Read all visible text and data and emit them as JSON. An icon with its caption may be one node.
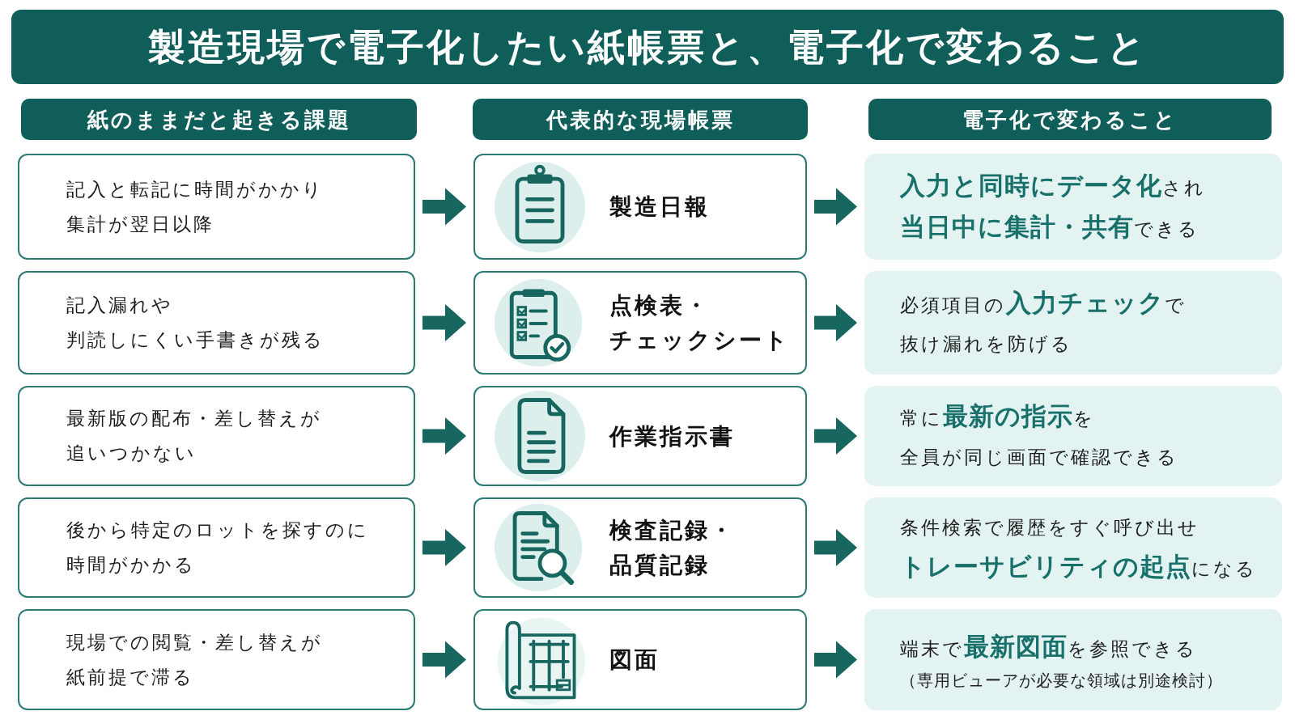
{
  "diagram": {
    "title": "製造現場で電子化したい紙帳票と、電子化で変わること",
    "nodes": [
      {
        "text": [
          "紙のままだと起きる課題"
        ]
      },
      {
        "text": [
          "代表的な現場帳票"
        ]
      },
      {
        "text": [
          "電子化で変わること"
        ]
      },
      {
        "text": [
          "記入と転記に時間がかかり集計が翌日以降"
        ]
      },
      {
        "text": [
          "製造日報"
        ]
      },
      {
        "text": [
          "**入力と同時にデータ化**され**当日中に集計・共有**できる"
        ]
      },
      {
        "text": [
          "記入漏れや判読しにくい手書きが残る"
        ]
      },
      {
        "text": [
          "点検表・チェックシート"
        ]
      },
      {
        "text": [
          "必須項目の**入力チェック**で抜け漏れを防げる"
        ]
      },
      {
        "text": [
          "最新版の配布・差し替えが追いつかない"
        ]
      },
      {
        "text": [
          "作業指示書"
        ]
      },
      {
        "text": [
          "常に**最新の指示**を全員が同じ画面で確認できる"
        ]
      },
      {
        "text": [
          "後から特定のロットを探すのに時間がかかる"
        ]
      },
      {
        "text": [
          "検査記録・品質記録"
        ]
      },
      {
        "text": [
          "条件検索で履歴をすぐ呼び出せ**トレーサビリティの起点**になる"
        ]
      },
      {
        "text": [
          "現場での閲覧・差し替えが紙前提で滞る"
        ]
      },
      {
        "text": [
          "図面"
        ]
      },
      {
        "text": [
          "端末で**最新図面**を参照できる",
          "（専用ビューアが必要な領域は別途検討）"
        ]
      }
    ],
    "edges": [
      {
        "from": 3,
        "to": 4,
        "arrow": "to"
      },
      {
        "from": 4,
        "to": 5,
        "arrow": "to"
      },
      {
        "from": 6,
        "to": 7,
        "arrow": "to"
      },
      {
        "from": 7,
        "to": 8,
        "arrow": "to"
      },
      {
        "from": 9,
        "to": 10,
        "arrow": "to"
      },
      {
        "from": 10,
        "to": 11,
        "arrow": "to"
      },
      {
        "from": 12,
        "to": 13,
        "arrow": "to"
      },
      {
        "from": 13,
        "to": 14,
        "arrow": "to"
      },
      {
        "from": 15,
        "to": 16,
        "arrow": "to"
      },
      {
        "from": 16,
        "to": 17,
        "arrow": "to"
      }
    ]
  }
}
